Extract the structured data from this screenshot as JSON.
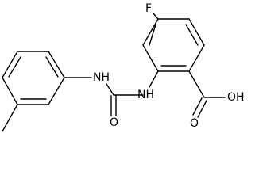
{
  "molecule": {
    "labels": {
      "fluorine": "F",
      "amine_left": "NH",
      "amine_right": "NH",
      "carbonyl_oxygen": "O",
      "carbonyl_oxygen_acid": "O",
      "hydroxyl": "OH"
    }
  }
}
